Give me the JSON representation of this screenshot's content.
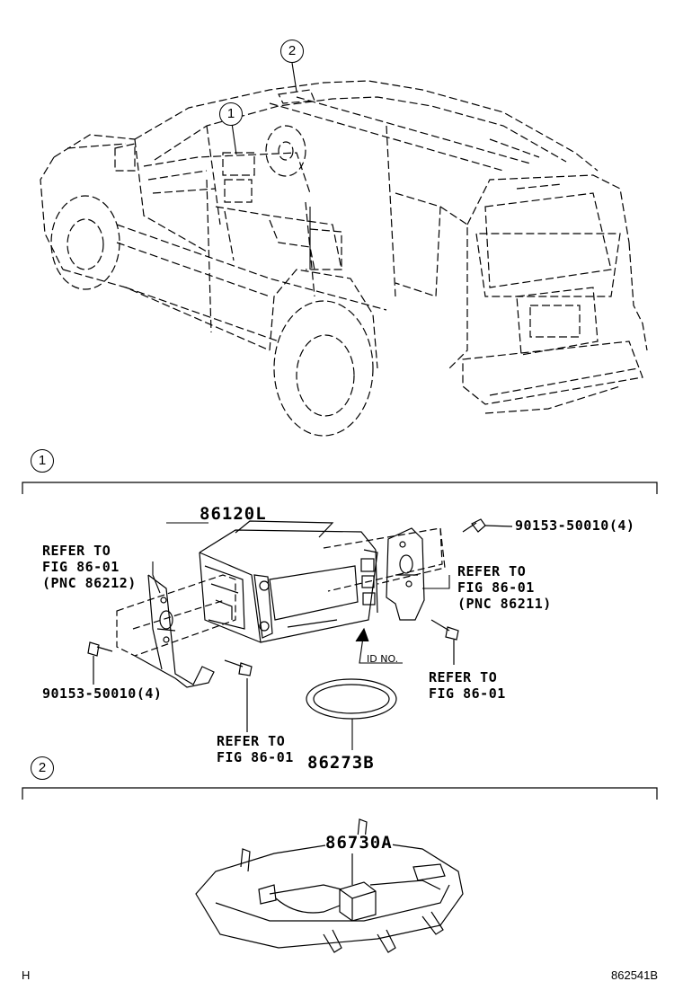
{
  "callouts": {
    "one": "1",
    "two": "2"
  },
  "section1": {
    "callout": "1",
    "part_head_unit": "86120L",
    "refer_left": [
      "REFER TO",
      "FIG 86-01",
      "(PNC 86212)"
    ],
    "refer_right": [
      "REFER TO",
      "FIG 86-01",
      "(PNC 86211)"
    ],
    "screw_top_right": "90153-50010(4)",
    "screw_left": "90153-50010(4)",
    "refer_bottom": [
      "REFER TO",
      "FIG 86-01"
    ],
    "refer_bottom_right": [
      "REFER TO",
      "FIG 86-01"
    ],
    "id_no": "ID NO.",
    "part_ring": "86273B"
  },
  "section2": {
    "callout": "2",
    "part_console": "86730A"
  },
  "footer": {
    "left": "H",
    "right": "862541B"
  }
}
